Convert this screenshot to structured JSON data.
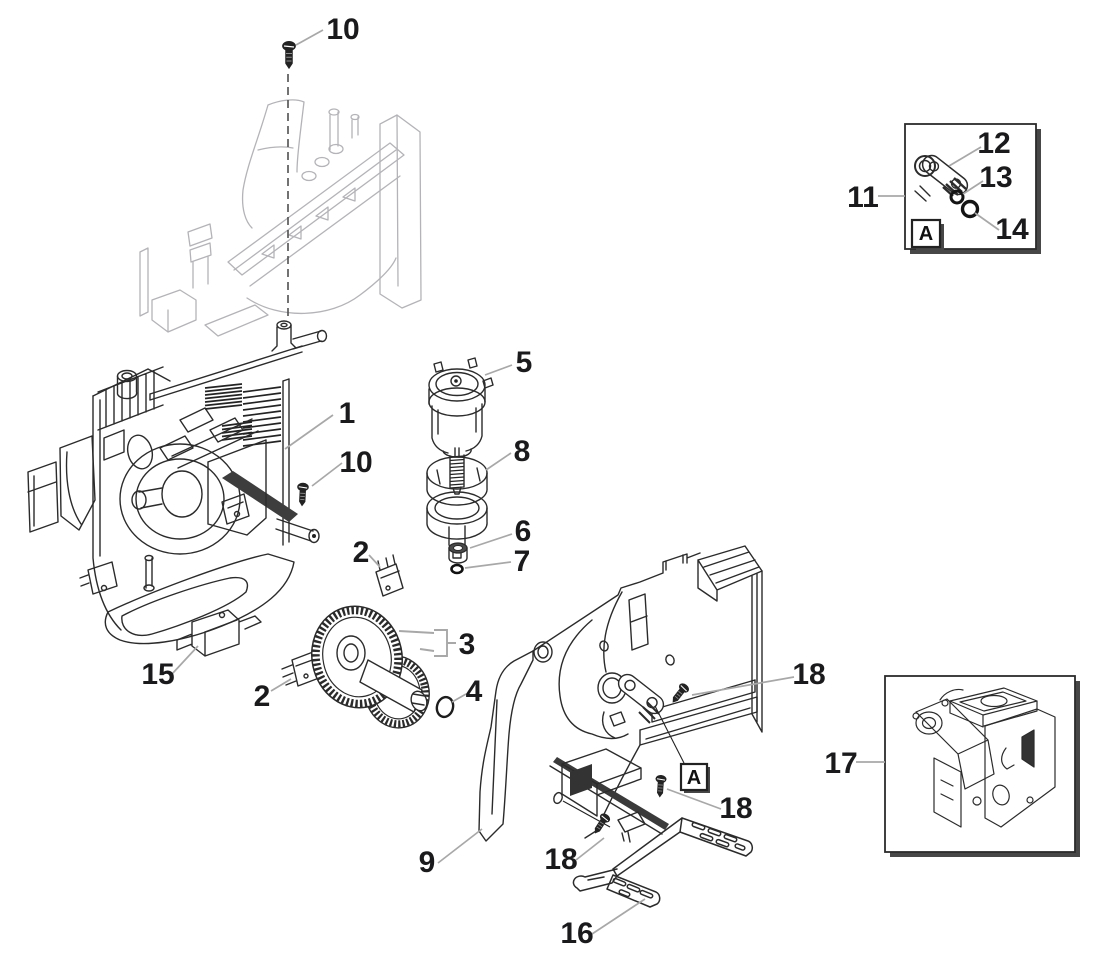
{
  "diagram": {
    "type": "exploded-parts-diagram",
    "description": "Exploded service parts diagram of an appliance brew-unit drive assembly with two detail insets",
    "colors": {
      "background": "#ffffff",
      "line": "#2b2b2b",
      "ghost_line": "#b4b4b8",
      "leader_line": "#a8a8a8",
      "label_text": "#1a1a1c",
      "inset_shadow": "#474747"
    },
    "callouts": {
      "screw_top": "10",
      "drive_assembly": "1",
      "screw_side": "10",
      "microswitch_upper": "2",
      "microswitch_lower": "2",
      "gear_set": "3",
      "shaft_o_ring": "4",
      "motor": "5",
      "bushing": "6",
      "washer": "7",
      "worm_gear": "8",
      "side_panel": "9",
      "valve_inset": "11",
      "valve_fitting": "12",
      "o_ring_small": "13",
      "o_ring_large": "14",
      "clip_bracket": "15",
      "mounting_strap": "16",
      "assembly_inset": "17",
      "panel_screw_upper": "18",
      "panel_screw_middle": "18",
      "panel_screw_lower": "18"
    },
    "detail_markers": {
      "inset_marker": "A",
      "panel_marker": "A"
    }
  }
}
